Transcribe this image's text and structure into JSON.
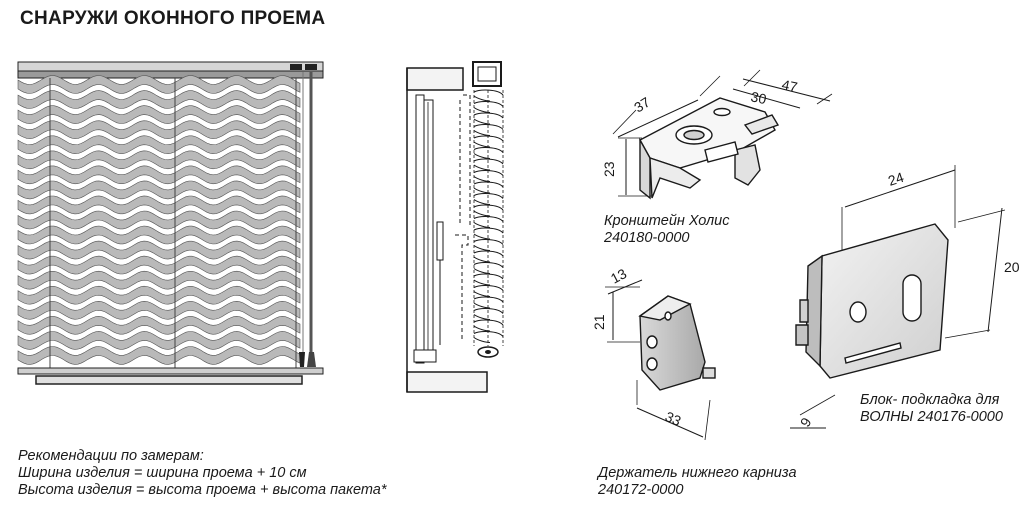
{
  "header": {
    "title": "СНАРУЖИ ОКОННОГО ПРОЕМА"
  },
  "notes": {
    "heading": "Рекомендации по замерам:",
    "width_rule": "Ширина изделия = ширина проема + 10 см",
    "height_rule": "Высота изделия = высота проема + высота пакета*"
  },
  "bracket": {
    "caption_name": "Кронштейн Холис",
    "caption_code": "240180-0000",
    "dims": {
      "d37": "37",
      "d30": "30",
      "d47": "47",
      "d23": "23"
    }
  },
  "holder": {
    "caption_name": "Держатель нижнего карниза",
    "caption_code": "240172-0000",
    "dims": {
      "d13": "13",
      "d21": "21",
      "d33": "33"
    }
  },
  "pad": {
    "caption_name": "Блок- подкладка для",
    "caption_code": "ВОЛНЫ 240176-0000",
    "dims": {
      "d24": "24",
      "d20": "20",
      "d9": "9"
    }
  },
  "colors": {
    "slat": "#b9b9b9",
    "line": "#1a1a1a",
    "fill_light": "#e6e6e6"
  }
}
